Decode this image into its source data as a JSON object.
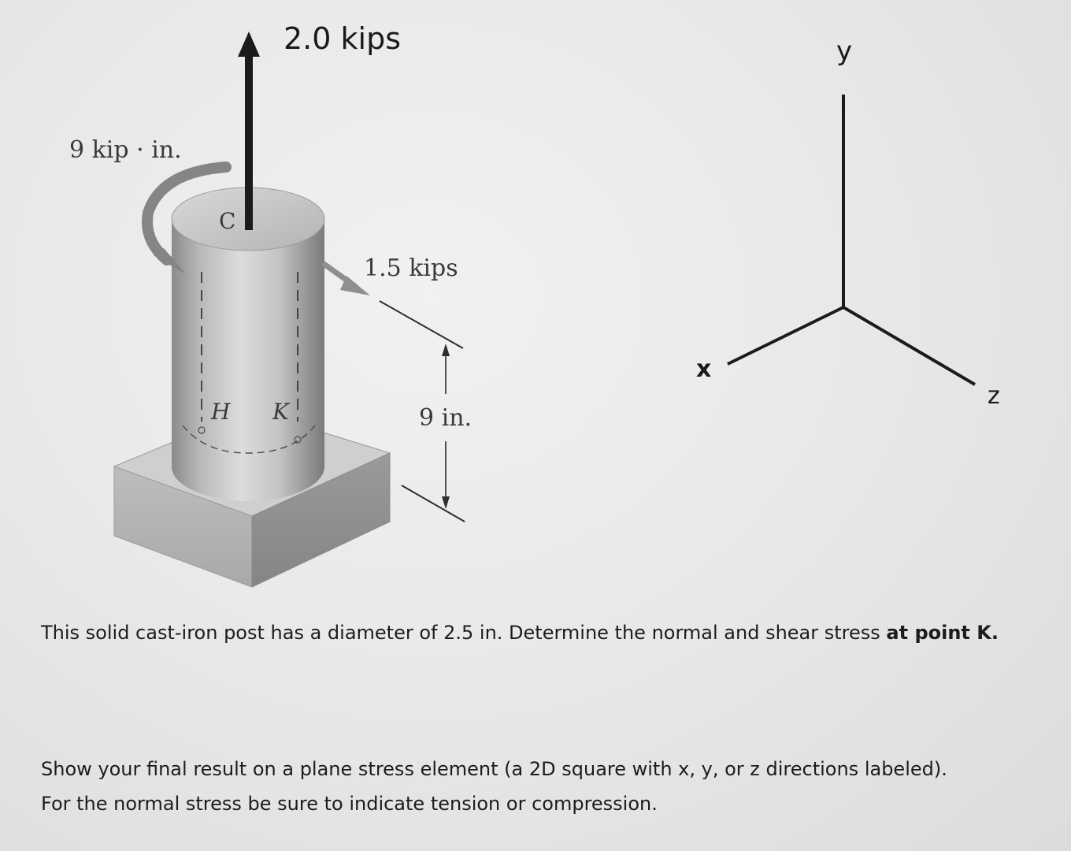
{
  "figure": {
    "labels": {
      "axial_force": "2.0 kips",
      "torque": "9 kip · in.",
      "point_c": "C",
      "shear_force": "1.5 kips",
      "distance": "9 in.",
      "point_h": "H",
      "point_k": "K"
    },
    "axes": {
      "y": "y",
      "x": "x",
      "z": "z"
    }
  },
  "problem": {
    "statement": "This solid cast-iron post has a diameter of 2.5 in.  Determine the normal and shear stress ",
    "statement_bold": "at point K.",
    "instructions_line1": "Show your final result on a plane stress element (a 2D square with x, y, or z directions labeled).",
    "instructions_line2": "For the normal stress be sure to indicate tension or compression."
  },
  "colors": {
    "page_background": "#e9e9e7",
    "text": "#1c1c1c",
    "figure_gray": "#8c8c8c"
  }
}
